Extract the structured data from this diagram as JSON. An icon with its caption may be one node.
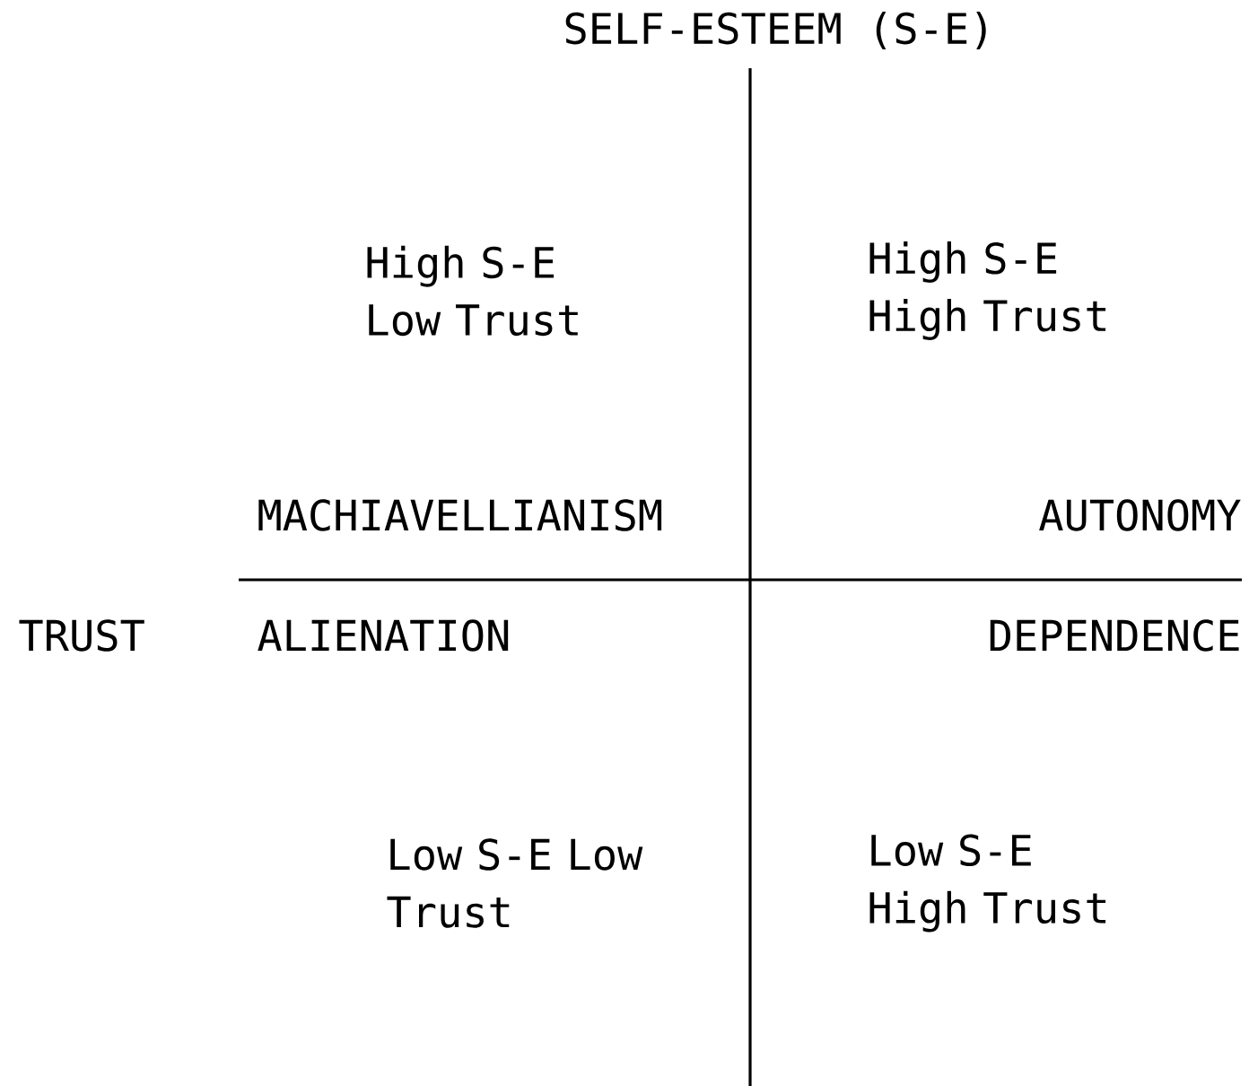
{
  "diagram": {
    "labels": [
      "SELF-ESTEEM (S-E)",
      "High S-E Low Trust",
      "High S-E High Trust",
      "MACHIAVELLIANISM",
      "AUTONOMY",
      "TRUST",
      "ALIENATION",
      "DEPENDENCE",
      "Low S-E Low Trust",
      "Low S-E High Trust"
    ]
  }
}
